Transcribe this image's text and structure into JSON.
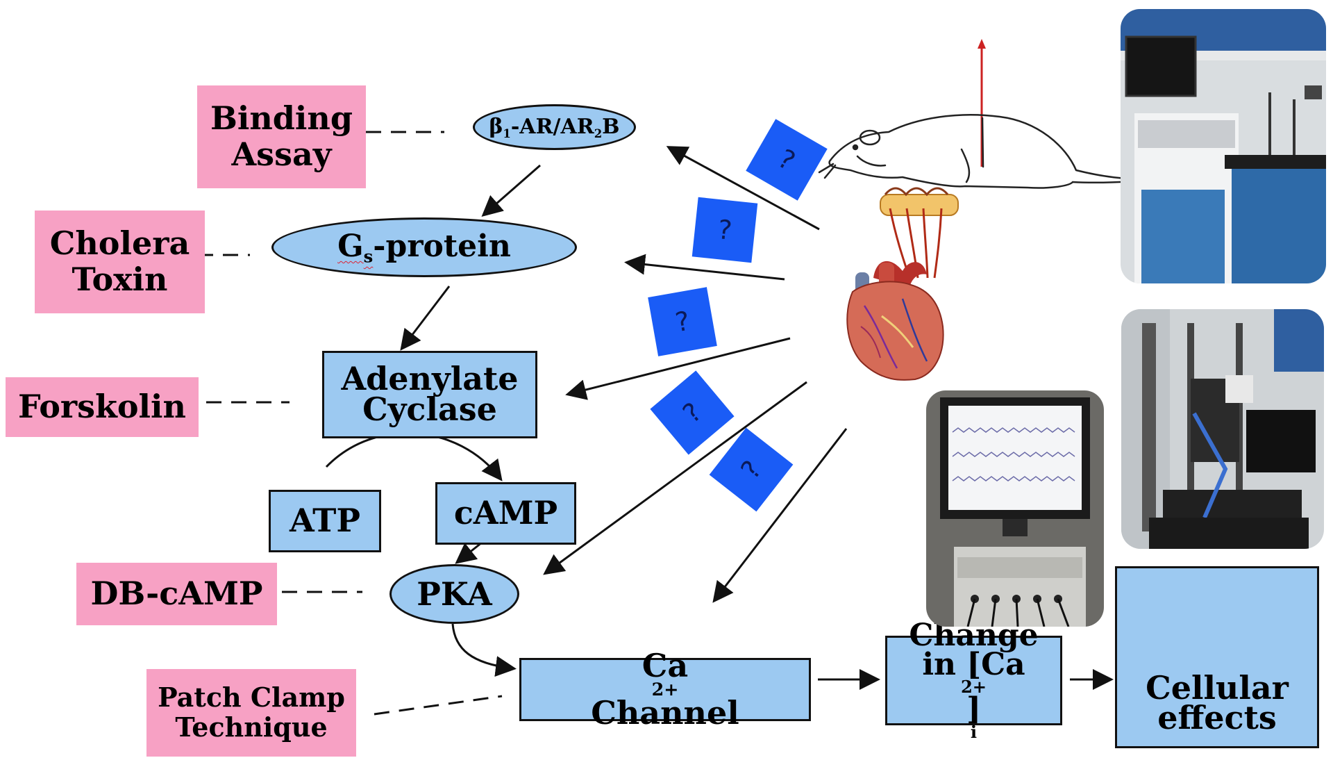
{
  "methods": {
    "binding": [
      "Binding",
      "Assay"
    ],
    "cholera": [
      "Cholera",
      "Toxin"
    ],
    "forskolin": "Forskolin",
    "db_camp": "DB-cAMP",
    "patch": [
      "Patch Clamp",
      "Technique"
    ]
  },
  "pathway": {
    "receptor": {
      "beta": "β",
      "sub1": "1",
      "mid": "-AR/AR",
      "sub2": "2",
      "end": "B"
    },
    "gs": {
      "main": "G",
      "sub": "s",
      "rest": "-protein"
    },
    "adenylate": [
      "Adenylate",
      "Cyclase"
    ],
    "atp": "ATP",
    "camp": "cAMP",
    "pka": "PKA",
    "channel": {
      "main": "Ca",
      "sup": "2+",
      "rest": "Channel"
    },
    "change": {
      "line1": "Change",
      "pre": "in [Ca",
      "sup": "2+",
      "close": "]",
      "sub": "i"
    },
    "effects": [
      "Cellular",
      "effects"
    ]
  },
  "question_mark": "?",
  "colors": {
    "method_fill": "#f7a1c4",
    "node_fill": "#9cc9f1",
    "question_fill": "#1a5cf6"
  },
  "icons": [
    "rat-drawing",
    "heart-illustration",
    "electrode-icon",
    "lab-photo-echo",
    "lab-photo-monitor",
    "lab-photo-patch-rig",
    "action-potential-icon"
  ]
}
